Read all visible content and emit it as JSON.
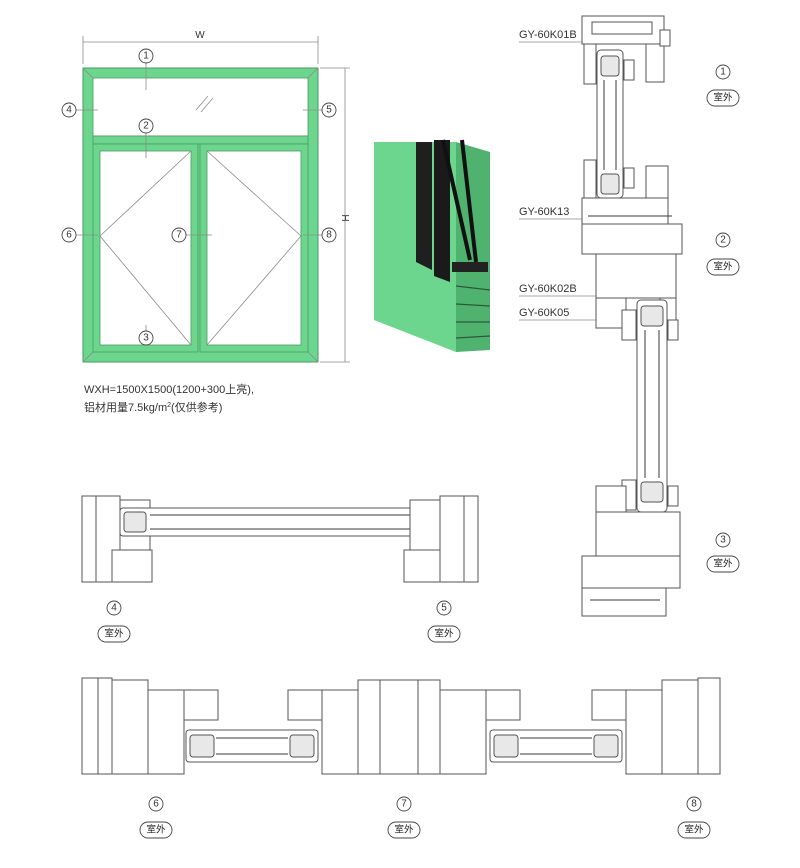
{
  "elevation": {
    "width_label": "W",
    "height_label": "H",
    "frame_color": "#6cd68e",
    "frame_border_color": "#4a9a62",
    "markers": [
      "1",
      "2",
      "3",
      "4",
      "5",
      "6",
      "7",
      "8"
    ]
  },
  "spec_note": {
    "line1": "WXH=1500X1500(1200+300上亮),",
    "line2_main": "铝材用量7.5kg/m",
    "line2_sup": "2",
    "line2_tail": "(仅供参考)"
  },
  "profile_render": {
    "body_color": "#6cd68e",
    "shade_color": "#4fb36f"
  },
  "profile_codes": [
    "GY-60K01B",
    "GY-60K13",
    "GY-60K02B",
    "GY-60K05"
  ],
  "sections": [
    {
      "number": "1",
      "tag": "室外"
    },
    {
      "number": "2",
      "tag": "室外"
    },
    {
      "number": "3",
      "tag": "室外"
    },
    {
      "number": "4",
      "tag": "室外"
    },
    {
      "number": "5",
      "tag": "室外"
    },
    {
      "number": "6",
      "tag": "室外"
    },
    {
      "number": "7",
      "tag": "室外"
    },
    {
      "number": "8",
      "tag": "室外"
    }
  ]
}
